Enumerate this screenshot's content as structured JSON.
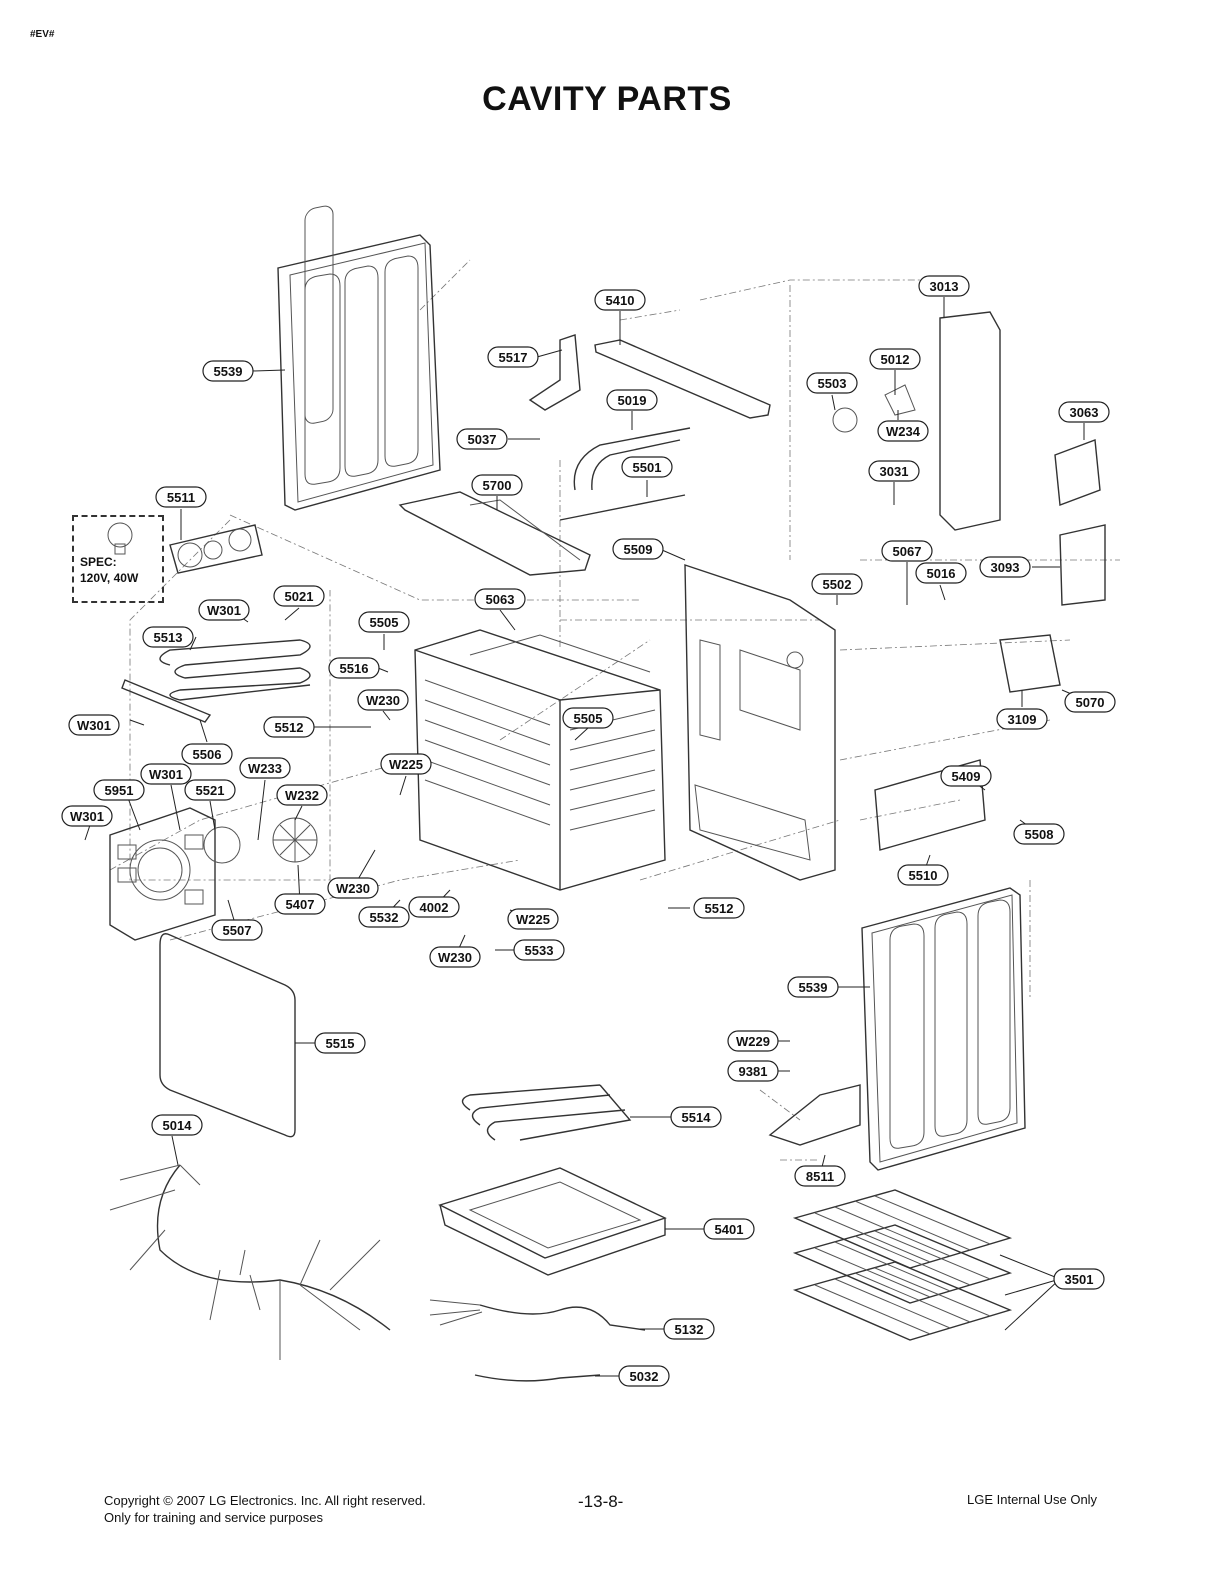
{
  "page_tag": "#EV#",
  "title": "CAVITY PARTS",
  "spec": {
    "label": "SPEC:",
    "value": "120V, 40W"
  },
  "callouts": [
    "5539",
    "5410",
    "3013",
    "5517",
    "5012",
    "5503",
    "5019",
    "3063",
    "5037",
    "W234",
    "5501",
    "3031",
    "5700",
    "5511",
    "5509",
    "5067",
    "5016",
    "3093",
    "5502",
    "5063",
    "5021",
    "W301",
    "5505",
    "5513",
    "5516",
    "W230",
    "5070",
    "3109",
    "5512",
    "W301",
    "5505",
    "5506",
    "W225",
    "5409",
    "W301",
    "W233",
    "5951",
    "5521",
    "W232",
    "5508",
    "W301",
    "5510",
    "W230",
    "5407",
    "4002",
    "5532",
    "W225",
    "5512",
    "5507",
    "W230",
    "5533",
    "5539",
    "5515",
    "W229",
    "9381",
    "5514",
    "5014",
    "8511",
    "5401",
    "3501",
    "5132",
    "5032"
  ],
  "footer": {
    "copyright": "Copyright © 2007 LG Electronics. Inc. All right reserved.",
    "purpose": "Only for training and service purposes",
    "page_number": "-13-8-",
    "internal": "LGE Internal Use Only"
  }
}
